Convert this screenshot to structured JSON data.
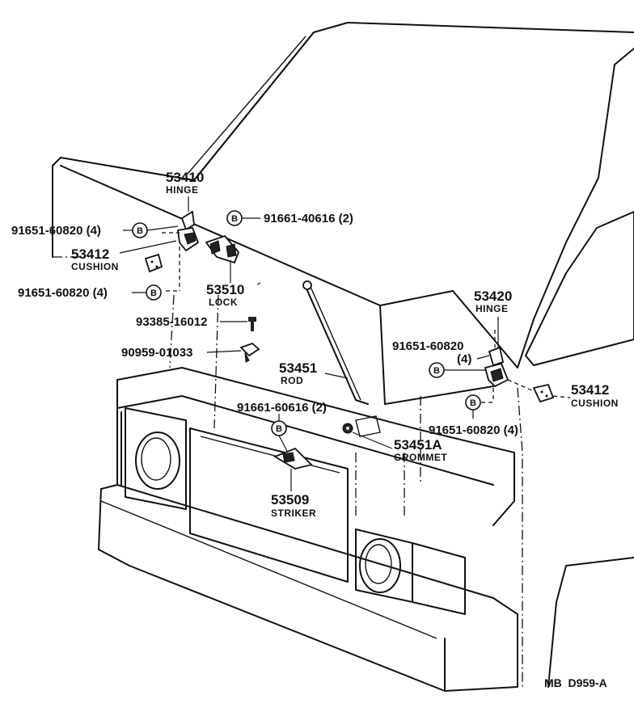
{
  "parts": {
    "hinge_left": {
      "number": "53410",
      "name": "HINGE"
    },
    "bolt_left_upper": {
      "number": "91651-60820 (4)",
      "symbol": "B"
    },
    "cushion_left": {
      "number": "53412",
      "name": "CUSHION"
    },
    "bolt_left_lower": {
      "number": "91651-60820 (4)",
      "symbol": "B"
    },
    "lock_bolt": {
      "number": "91661-40616 (2)",
      "symbol": "B"
    },
    "lock": {
      "number": "53510",
      "name": "LOCK"
    },
    "screw": {
      "number": "93385-16012"
    },
    "clip": {
      "number": "90959-01033"
    },
    "rod": {
      "number": "53451",
      "name": "ROD"
    },
    "striker_bolt": {
      "number": "91661-60616 (2)",
      "symbol": "B"
    },
    "striker": {
      "number": "53509",
      "name": "STRIKER"
    },
    "grommet": {
      "number": "53451A",
      "name": "GROMMET"
    },
    "hinge_right": {
      "number": "53420",
      "name": "HINGE"
    },
    "bolt_right_upper": {
      "number": "91651-60820",
      "qty": "(4)",
      "symbol": "B"
    },
    "cushion_right": {
      "number": "53412",
      "name": "CUSHION"
    },
    "bolt_right_lower": {
      "number": "91651-60820 (4)",
      "symbol": "B"
    }
  },
  "figure_ref": "MB  D959-A"
}
